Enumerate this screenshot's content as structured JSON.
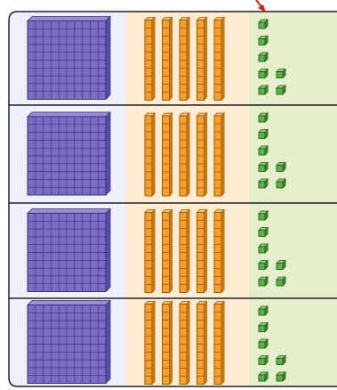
{
  "colors": {
    "hundreds_column_bg": "#eef0fa",
    "tens_column_bg": "#fdebd2",
    "ones_column_bg": "#e6efcc",
    "frame": "#222222",
    "flat_face": "#7c6dc4",
    "flat_grid": "#3b2f7a",
    "rod_face": "#f5a02a",
    "rod_edge": "#a35a07",
    "unit_face": "#5cb24a",
    "unit_edge": "#235d1a",
    "pointer": "#e01b1b"
  },
  "icons": [
    "hundred-flat-icon",
    "ten-rod-icon",
    "unit-cube-icon",
    "pointer-arrow-icon"
  ],
  "rows": [
    {
      "hundreds": 1,
      "tens": 5,
      "ones": 7
    },
    {
      "hundreds": 1,
      "tens": 5,
      "ones": 7
    },
    {
      "hundreds": 1,
      "tens": 5,
      "ones": 7
    },
    {
      "hundreds": 1,
      "tens": 5,
      "ones": 7
    }
  ]
}
